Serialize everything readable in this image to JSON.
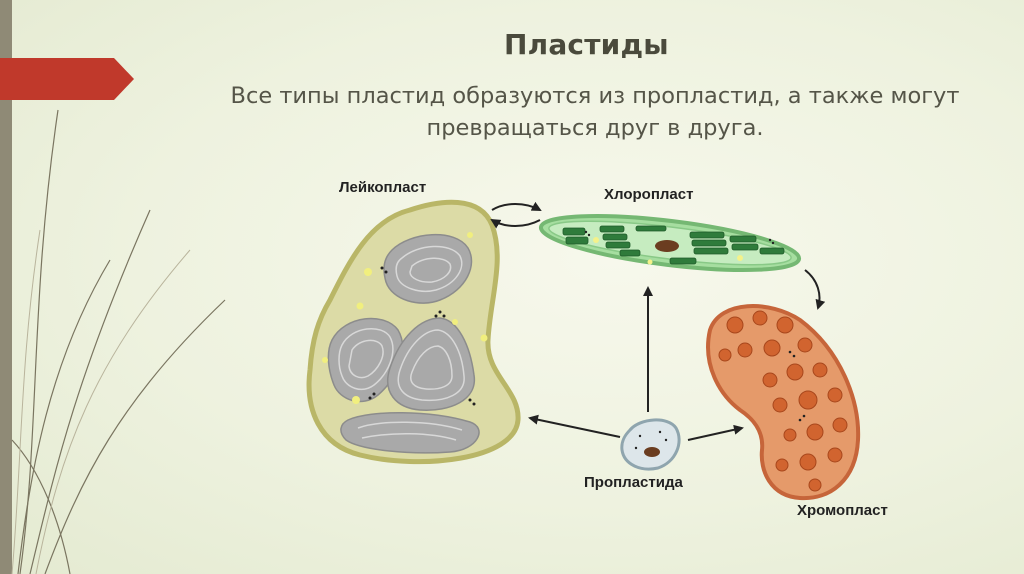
{
  "slide": {
    "title": "Пластиды",
    "subtitle": "Все типы пластид образуются из пропластид, а также могут превращаться друг в друга."
  },
  "diagram": {
    "labels": {
      "leucoplast": "Лейкопласт",
      "chloroplast": "Хлоропласт",
      "proplastid": "Пропластида",
      "chromoplast": "Хромопласт"
    }
  },
  "colors": {
    "accent_flag": "#c0392b",
    "left_bar": "#8f8a76",
    "leucoplast_fill": "#dcdba6",
    "chloroplast_fill": "#a6dea0",
    "chromoplast_fill": "#e59a6a",
    "proplastid_fill": "#dde6ea"
  }
}
